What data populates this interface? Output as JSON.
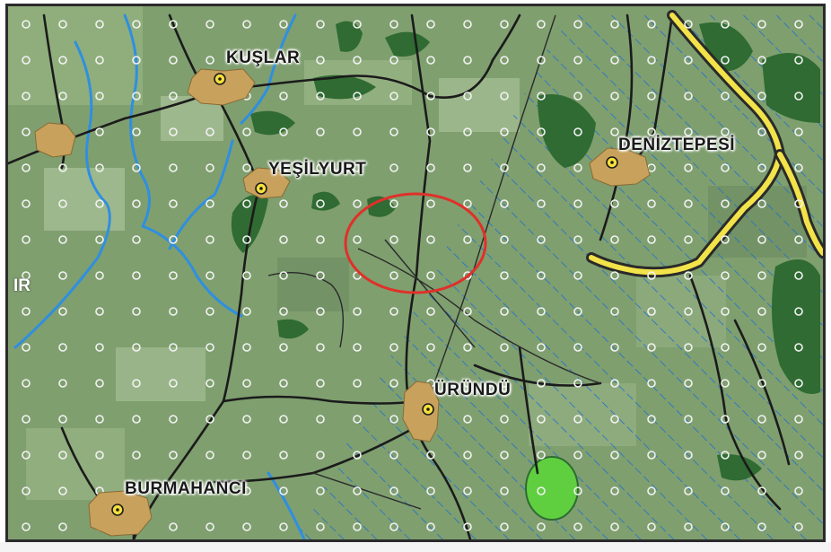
{
  "map": {
    "places": [
      {
        "id": "kuslar",
        "label": "KUŞLAR"
      },
      {
        "id": "yesilyurt",
        "label": "YEŞİLYURT"
      },
      {
        "id": "deniztepesi",
        "label": "DENİZTEPESİ"
      },
      {
        "id": "urundu",
        "label": "ÜRÜNDÜ"
      },
      {
        "id": "burmahanci",
        "label": "BURMAHANCI"
      }
    ],
    "edge_label": "IR",
    "colors": {
      "base": "#7f9f6f",
      "field_light": "#a9c39a",
      "field_dark": "#5f7f55",
      "forest": "#2f6b32",
      "settlement": "#c8a25c",
      "river": "#2f8fe0",
      "road": "#1b1b1b",
      "highway_outer": "#2a2a2a",
      "highway_inner": "#f2e34a",
      "hatch": "#1f6fd0",
      "marker_circle": "#f3f3f3",
      "highlight_ring": "#e0302a",
      "park": "#5fcf3f"
    }
  }
}
